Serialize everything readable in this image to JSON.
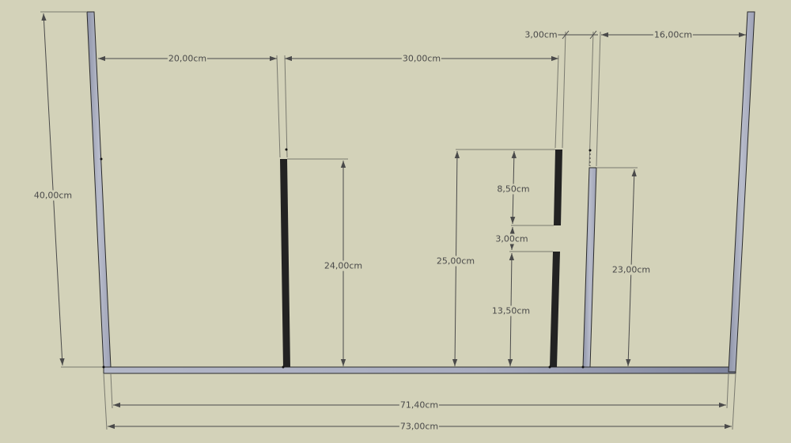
{
  "drawing": {
    "units": "cm",
    "background_color": "#d3d2b9",
    "panel_color": "#a9adbf",
    "divider_color": "#222222",
    "dimension_color": "#4a4a4a",
    "parts": [
      {
        "name": "left-wall",
        "height": "40,00cm"
      },
      {
        "name": "divider-1",
        "height": "24,00cm"
      },
      {
        "name": "divider-2-upper",
        "height": "8,50cm"
      },
      {
        "name": "divider-2-gap",
        "height": "3,00cm"
      },
      {
        "name": "divider-2-lower",
        "height": "13,50cm"
      },
      {
        "name": "divider-2-total",
        "height": "25,00cm"
      },
      {
        "name": "inner-wall",
        "height": "23,00cm"
      },
      {
        "name": "right-wall"
      },
      {
        "name": "base-panel"
      }
    ]
  },
  "dimensions": {
    "left_wall_height": "40,00cm",
    "gap_left_to_divider1": "20,00cm",
    "gap_divider1_to_divider2": "30,00cm",
    "gap_divider2_to_inner_wall": "3,00cm",
    "gap_inner_wall_to_right_wall": "16,00cm",
    "divider1_height": "24,00cm",
    "divider2_total_height": "25,00cm",
    "divider2_upper_height": "8,50cm",
    "divider2_slot_gap": "3,00cm",
    "divider2_lower_height": "13,50cm",
    "inner_wall_height": "23,00cm",
    "inner_width": "71,40cm",
    "outer_width": "73,00cm"
  }
}
